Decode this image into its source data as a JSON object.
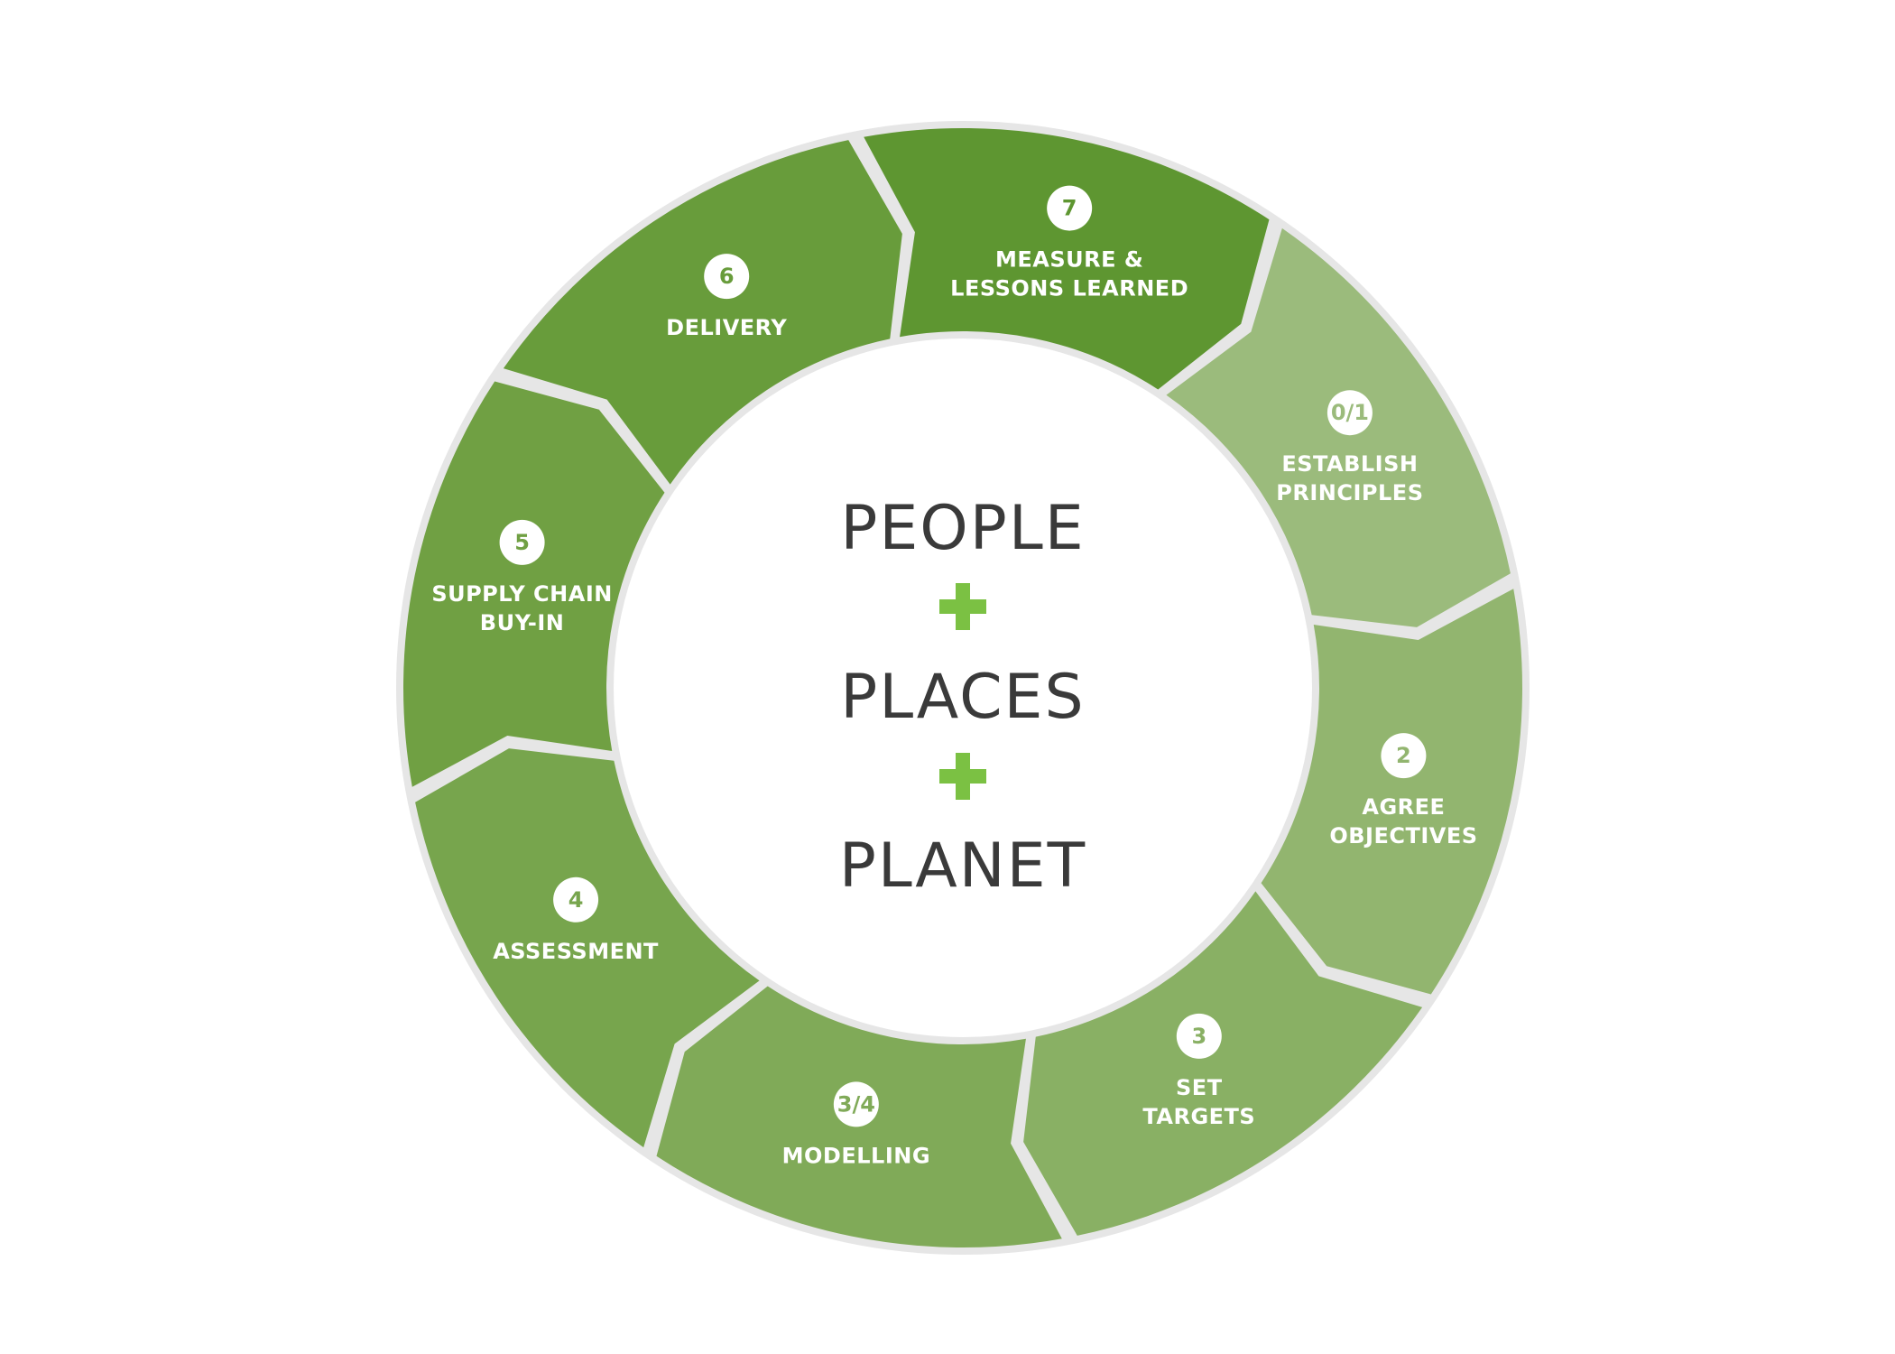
{
  "segments": [
    {
      "id": "step-0-1",
      "number": "0/1",
      "label_lines": [
        "ESTABLISH",
        "PRINCIPLES"
      ],
      "color": "#9bbb7c"
    },
    {
      "id": "step-2",
      "number": "2",
      "label_lines": [
        "AGREE",
        "OBJECTIVES"
      ],
      "color": "#92b56f"
    },
    {
      "id": "step-3",
      "number": "3",
      "label_lines": [
        "SET",
        "TARGETS"
      ],
      "color": "#89b064"
    },
    {
      "id": "step-3-4",
      "number": "3/4",
      "label_lines": [
        "MODELLING"
      ],
      "color": "#80aa58"
    },
    {
      "id": "step-4",
      "number": "4",
      "label_lines": [
        "ASSESSMENT"
      ],
      "color": "#77a54d"
    },
    {
      "id": "step-5",
      "number": "5",
      "label_lines": [
        "SUPPLY CHAIN",
        "BUY-IN"
      ],
      "color": "#70a043"
    },
    {
      "id": "step-6",
      "number": "6",
      "label_lines": [
        "DELIVERY"
      ],
      "color": "#689c3b"
    },
    {
      "id": "step-7",
      "number": "7",
      "label_lines": [
        "MEASURE &",
        "LESSONS LEARNED"
      ],
      "color": "#5e9631"
    }
  ],
  "center": {
    "words": [
      "PEOPLE",
      "PLACES",
      "PLANET"
    ],
    "plus_color": "#7bc143"
  },
  "colors": {
    "ring_shadow": "#e6e6e6",
    "badge_fill": "#ffffff"
  }
}
